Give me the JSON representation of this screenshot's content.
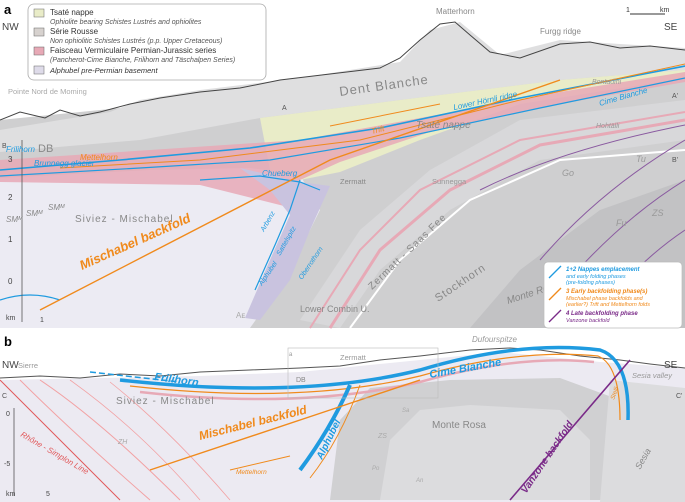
{
  "panels": {
    "a": {
      "label": "a",
      "legend": [
        {
          "title": "Tsaté nappe",
          "subtitle": "Ophiolite bearing Schistes Lustrés and ophiolites",
          "color": "#e9ecc8"
        },
        {
          "title": "Série Rousse",
          "subtitle": "Non ophiolitic Schistes Lustrés (p.p. Upper Cretaceous)",
          "color": "#d7d2cf"
        },
        {
          "title": "Faisceau Vermiculaire Permian-Jurassic series",
          "subtitle": "(Pancherot-Cime Bianche, Frilihorn and Täschalpen Series)",
          "color": "#e7a9b6"
        },
        {
          "title": "Alphubel pre-Permian basement",
          "subtitle": "",
          "color": "#dedbe9"
        }
      ],
      "orientation": {
        "left": "NW",
        "right": "SE"
      },
      "peaks": {
        "matterhorn": "Matterhorn",
        "furgg_ridge": "Furgg ridge",
        "pointe_nord": "Pointe Nord de Moming"
      },
      "section_marks": {
        "A": "A",
        "A_prime": "A'",
        "B": "B",
        "B_prime": "B'"
      },
      "scale": {
        "one": "1",
        "km": "km"
      },
      "axis": {
        "ticks": [
          "3",
          "2",
          "1",
          "0",
          "km"
        ],
        "bottom_one": "1"
      },
      "units": {
        "dent_blanche": "Dent Blanche",
        "db": "DB",
        "tsate": "Tsaté nappe",
        "siviez": "Siviez - Mischabel",
        "sm_m1": "SMᴹ",
        "sm_m2": "SMᴹ",
        "sm_m3": "SMᴹ",
        "mischabel_backfold": "Mischabel backfold",
        "zermatt": "Zermatt",
        "zermatt_saas": "Zermatt - Saas Fee",
        "sunnegga": "Sunnegga",
        "stockhorn": "Stockhorn",
        "monte_rosa": "Monte Rosa",
        "lower_combin": "Lower Combin U.",
        "bontadini": "Bontadini",
        "hohtalli": "Hohtälli",
        "gornergrat": "Go",
        "tu": "Tu",
        "fu": "Fu",
        "zs": "ZS",
        "ae": "Aᴇ"
      },
      "folds": {
        "lower_hornli": "Lower Hörnli ridge",
        "cime_bianche": "Cime Bianche",
        "trift": "Trift",
        "mettelhorn": "Mettelhorn",
        "frilihorn": "Frilihorn",
        "brunnegg": "Brunnegg glacier",
        "chueberg": "Chueberg",
        "arbenz": "Arbenz",
        "sattelspitz": "Sattelspitz",
        "alphubel": "Alphubel",
        "oberrothorn": "Oberrothorn"
      },
      "phase_legend": [
        {
          "title": "1+2 Nappes emplacement",
          "lines": [
            "and early folding phases",
            "(pre-folding phases)"
          ],
          "color": "#1f9be0"
        },
        {
          "title": "3 Early backfolding phase(s)",
          "lines": [
            "Mischabel phase backfolds and",
            "(earlier?) Trift and Mettelhorn folds"
          ],
          "color": "#f08a1c"
        },
        {
          "title": "4 Late backfolding phase",
          "lines": [
            "Vanzone backfold"
          ],
          "color": "#7a2a88"
        }
      ]
    },
    "b": {
      "label": "b",
      "orientation": {
        "left": "NW",
        "right": "SE"
      },
      "places": {
        "sierre": "Sierre",
        "dufourspitze": "Dufourspitze",
        "sesia_valley": "Sesia valley",
        "zermatt": "Zermatt"
      },
      "section_marks": {
        "C": "C",
        "C_prime": "C'",
        "a_box": "a"
      },
      "units": {
        "siviez": "Siviez - Mischabel",
        "db": "DB",
        "monte_rosa": "Monte Rosa",
        "sesia": "Sesia",
        "zh": "ZH",
        "zs": "ZS",
        "sa": "Sa",
        "po": "Po",
        "an": "An"
      },
      "structures": {
        "frilihorn": "Frilihorn",
        "cime_bianche": "Cime Bianche",
        "mischabel_backfold": "Mischabel backfold",
        "alphubel": "Alphubel",
        "mettelhorn": "Mettelhorn",
        "vanzone_backfold": "Vanzone backfold",
        "rhone_simplon": "Rhône - Simplon Line",
        "stelli": "Stelli"
      },
      "axis": {
        "ticks": [
          "0",
          "-5"
        ],
        "km": "km",
        "five": "5"
      }
    }
  }
}
